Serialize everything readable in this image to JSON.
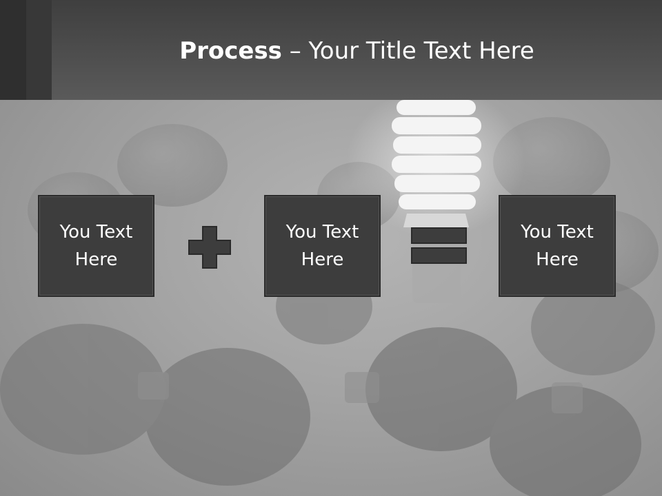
{
  "slide": {
    "title_bold": "Process",
    "title_rest": " – Your Title Text Here"
  },
  "boxes": [
    {
      "line1": "You Text",
      "line2": "Here"
    },
    {
      "line1": "You Text",
      "line2": "Here"
    },
    {
      "line1": "You Text",
      "line2": "Here"
    }
  ],
  "operators": [
    "plus-icon",
    "equals-icon"
  ],
  "colors": {
    "header": "#4a4a4a",
    "box_fill": "#3d3d3d",
    "box_text": "#ffffff",
    "background": "#a0a0a0"
  }
}
